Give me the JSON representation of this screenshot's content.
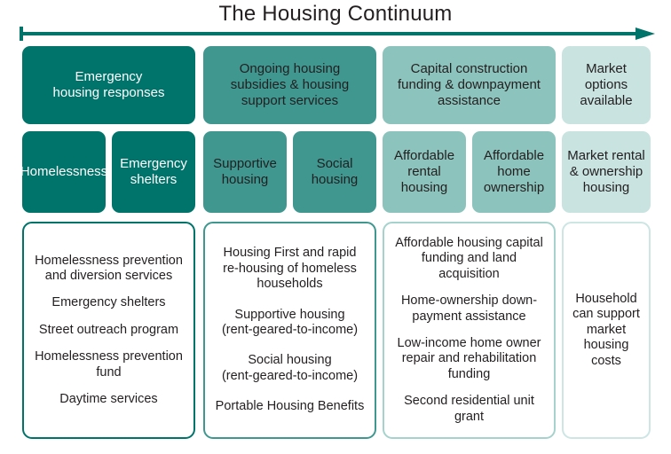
{
  "title": "The Housing Continuum",
  "arrow": {
    "name": "continuum-arrow",
    "color": "#00736a",
    "direction": "left-to-right"
  },
  "palette": {
    "stage1": "#00736a",
    "stage2": "#3f9790",
    "stage3": "#8cc3bc",
    "stage4": "#c9e3e0",
    "text_dark": "#231f20",
    "text_light": "#ffffff",
    "background": "#ffffff"
  },
  "categories": [
    {
      "label": "Emergency\nhousing responses",
      "lines": [
        "Emergency",
        "housing responses"
      ]
    },
    {
      "label": "Ongoing housing subsidies & housing support services",
      "lines": [
        "Ongoing housing",
        "subsidies & housing",
        "support services"
      ]
    },
    {
      "label": "Capital construction funding & downpayment assistance",
      "lines": [
        "Capital construction",
        "funding & downpayment",
        "assistance"
      ]
    },
    {
      "label": "Market options available",
      "lines": [
        "Market",
        "options",
        "available"
      ]
    }
  ],
  "subcategories": [
    {
      "label": "Homelessness",
      "lines": [
        "Homelessness"
      ]
    },
    {
      "label": "Emergency shelters",
      "lines": [
        "Emergency",
        "shelters"
      ]
    },
    {
      "label": "Supportive housing",
      "lines": [
        "Supportive",
        "housing"
      ]
    },
    {
      "label": "Social housing",
      "lines": [
        "Social",
        "housing"
      ]
    },
    {
      "label": "Affordable rental housing",
      "lines": [
        "Affordable",
        "rental",
        "housing"
      ]
    },
    {
      "label": "Affordable home ownership",
      "lines": [
        "Affordable",
        "home",
        "ownership"
      ]
    },
    {
      "label": "Market rental & ownership housing",
      "lines": [
        "Market rental",
        "& ownership",
        "housing"
      ]
    }
  ],
  "details": [
    {
      "column": "Emergency housing responses",
      "items": [
        {
          "lines": [
            "Homelessness prevention",
            "and diversion services"
          ]
        },
        {
          "lines": [
            "Emergency shelters"
          ]
        },
        {
          "lines": [
            "Street outreach program"
          ]
        },
        {
          "lines": [
            "Homelessness prevention",
            "fund"
          ]
        },
        {
          "lines": [
            "Daytime services"
          ]
        }
      ]
    },
    {
      "column": "Ongoing housing subsidies & housing support services",
      "items": [
        {
          "lines": [
            "Housing First and rapid",
            "re-housing of homeless",
            "households"
          ]
        },
        {
          "lines": [
            "Supportive housing",
            "(rent-geared-to-income)"
          ]
        },
        {
          "lines": [
            "Social housing",
            "(rent-geared-to-income)"
          ]
        },
        {
          "lines": [
            "Portable Housing Benefits"
          ]
        }
      ]
    },
    {
      "column": "Capital construction funding & downpayment assistance",
      "items": [
        {
          "lines": [
            "Affordable housing capital",
            "funding and land acquisition"
          ]
        },
        {
          "lines": [
            "Home-ownership down-",
            "payment assistance"
          ]
        },
        {
          "lines": [
            "Low-income home owner",
            "repair and rehabilitation",
            "funding"
          ]
        },
        {
          "lines": [
            "Second residential unit grant"
          ]
        }
      ]
    },
    {
      "column": "Market options available",
      "items": [
        {
          "lines": [
            "Household",
            "can support",
            "market",
            "housing",
            "costs"
          ]
        }
      ]
    }
  ]
}
